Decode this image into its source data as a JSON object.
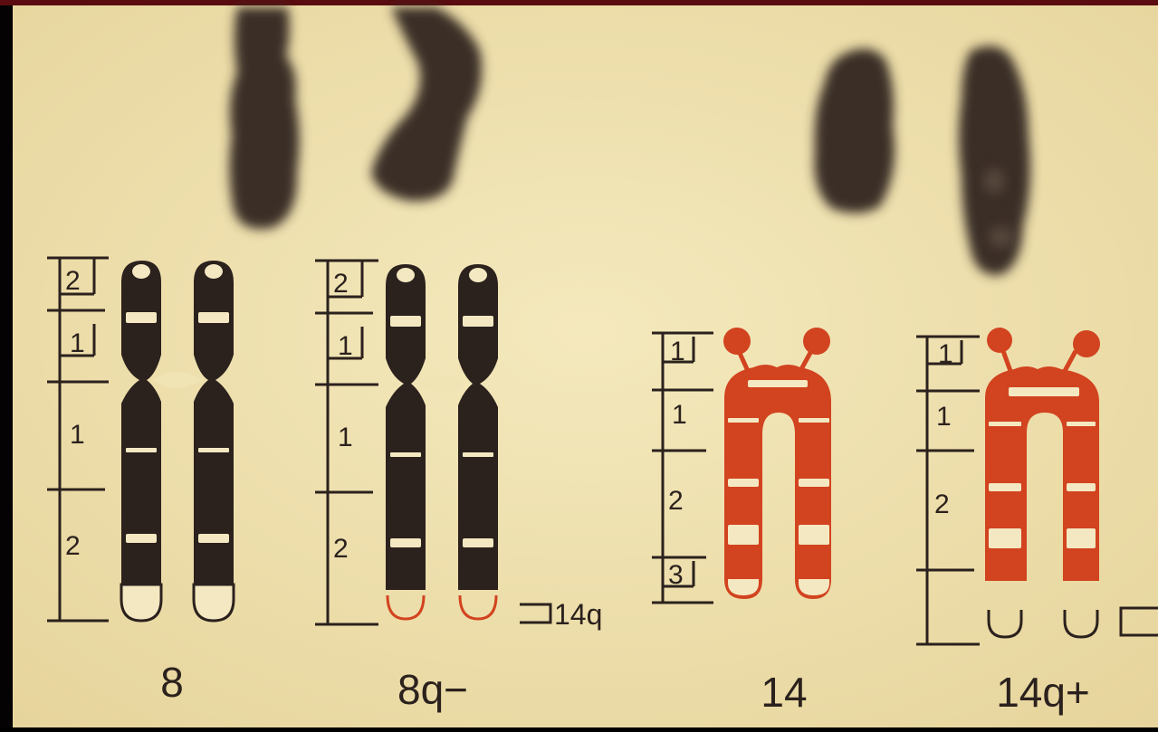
{
  "palette": {
    "frame": "#050203",
    "frame_top": "#5a0c10",
    "paper": "#f1e4b4",
    "paper_shade": "#e7d7a2",
    "ink": "#2b211d",
    "photo_chrom": "#3a2d28",
    "red": "#d2431f",
    "band_light": "#f4e8c2"
  },
  "chromosomes": [
    {
      "id": "8",
      "label": "8",
      "bands": [
        "2",
        "1",
        "1",
        "2"
      ]
    },
    {
      "id": "8q-",
      "label": "8q−",
      "bands": [
        "2",
        "1",
        "1",
        "2"
      ],
      "translocation_label": "14q"
    },
    {
      "id": "14",
      "label": "14",
      "bands": [
        "1",
        "1",
        "2",
        "3"
      ]
    },
    {
      "id": "14q+",
      "label": "14q+",
      "bands": [
        "1",
        "1",
        "2"
      ]
    }
  ]
}
